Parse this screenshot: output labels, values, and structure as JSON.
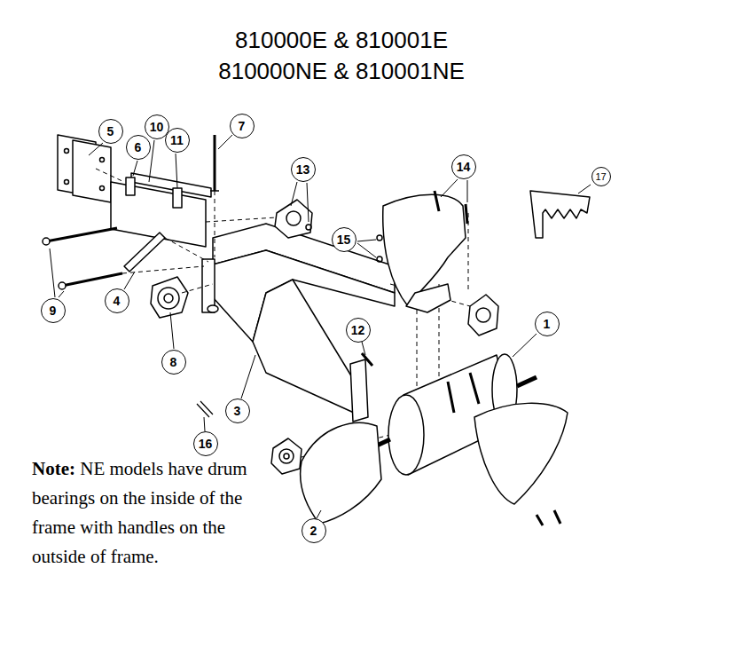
{
  "diagram": {
    "title": "810000E & 810001E 810000NE & 810001NE",
    "labels": [
      "5",
      "6",
      "10",
      "11",
      "7",
      "13",
      "14",
      "15",
      "17",
      "9",
      "4",
      "8",
      "16",
      "3",
      "12",
      "1",
      "2",
      "Note:",
      "NE models have drum bearings on the inside of the frame with handles on the outside of frame."
    ]
  }
}
